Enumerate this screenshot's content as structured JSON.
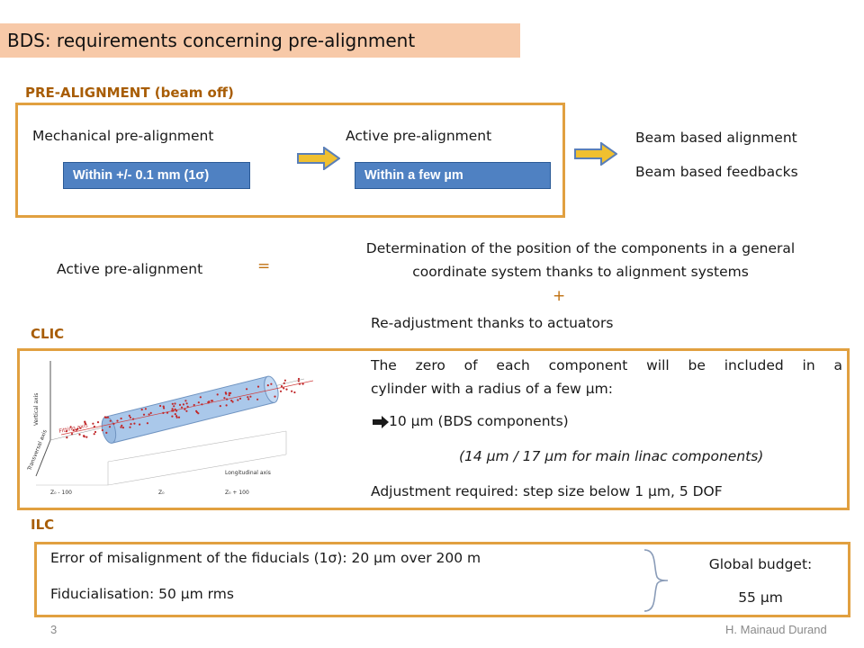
{
  "title": "BDS: requirements concerning pre-alignment",
  "pre_alignment": {
    "heading": "PRE-ALIGNMENT (beam off)",
    "mechanical_label": "Mechanical pre-alignment",
    "mechanical_box": "Within +/- 0.1 mm (1σ)",
    "active_label": "Active pre-alignment",
    "active_box": "Within a few µm",
    "beam_based_alignment": "Beam based alignment",
    "beam_based_feedbacks": "Beam based feedbacks"
  },
  "definition": {
    "term": "Active pre-alignment",
    "equals": "=",
    "line1": "Determination of the position of the components in a general",
    "line2": "coordinate system thanks to alignment systems",
    "plus": "+",
    "line3": "Re-adjustment thanks to actuators"
  },
  "clic": {
    "heading": "CLIC",
    "text1a": "The zero of each component will be included in a",
    "text1b": "cylinder with a radius of a few µm:",
    "text2": "10 µm (BDS components)",
    "text3": "(14 µm / 17 µm for main linac components)",
    "text4": "Adjustment required: step size below 1 µm, 5 DOF",
    "figure": {
      "vertical_axis": "Vertical axis",
      "transversal_axis": "Transversal axis",
      "longitudinal_axis": "Longitudinal axis",
      "fitting_axis": "Fitting axis",
      "z_minus": "Z₀ - 100",
      "z_zero": "Z₀",
      "z_plus": "Z₀ + 100"
    }
  },
  "ilc": {
    "heading": "ILC",
    "line1": "Error of misalignment of the fiducials (1σ): 20 µm over 200 m",
    "line2": "Fiducialisation: 50 µm rms",
    "budget_label": "Global budget:",
    "budget_value": "55 µm"
  },
  "footer": {
    "page_number": "3",
    "author": "H. Mainaud Durand"
  },
  "colors": {
    "accent": "#e1a040",
    "heading": "#a85d05",
    "title_band": "#f7c9a8",
    "box_blue": "#4f81c2"
  },
  "icons": [
    "right-arrow-icon",
    "arrow-bullet-icon",
    "curly-brace-icon"
  ]
}
